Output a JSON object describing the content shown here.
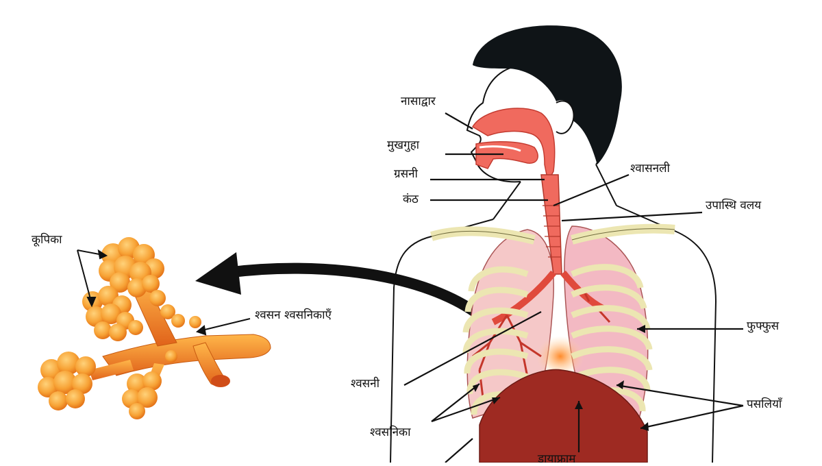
{
  "labels": {
    "nostril": "नासाद्वार",
    "mouth_cavity": "मुखगुहा",
    "pharynx": "ग्रसनी",
    "larynx": "कंठ",
    "trachea": "श्वासनली",
    "cartilage_rings": "उपास्थि वलय",
    "alveoli": "कूपिका",
    "respiratory_bronchioles": "श्वसन श्वसनिकाएँ",
    "lungs": "फुफ्फुस",
    "bronchi": "श्वसनी",
    "ribs": "पसलियाँ",
    "bronchioles": "श्वसनिका",
    "diaphragm": "डायाफ्राम"
  },
  "colors": {
    "airway": "#f06a5e",
    "lung_left": "#f5c8c8",
    "lung_right": "#f3b9c3",
    "ribs": "#ece6b2",
    "hair": "#0f1417",
    "diaphragm": "#9e2a22",
    "alveoli": "#f39325"
  }
}
